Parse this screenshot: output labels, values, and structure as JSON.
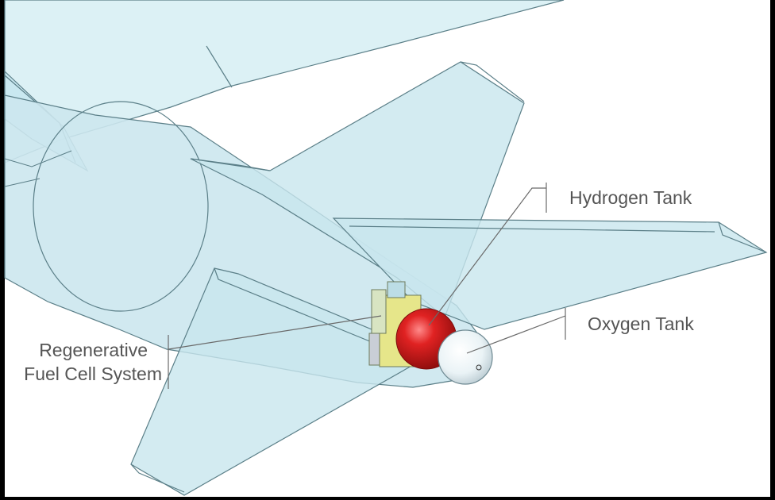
{
  "labels": {
    "hydrogen_tank": "Hydrogen Tank",
    "oxygen_tank": "Oxygen Tank",
    "fuel_cell_line1": "Regenerative",
    "fuel_cell_line2": "Fuel Cell System"
  },
  "colors": {
    "background_frame": "#000000",
    "canvas": "#ffffff",
    "airframe_fill": "#cde9ef",
    "airframe_edge": "#5b7f88",
    "hydrogen_tank": "#d92020",
    "oxygen_tank": "#e8f2f6",
    "fuel_cell": "#e6e68a",
    "leader_line": "#6a6a6a",
    "label_text": "#555555"
  }
}
